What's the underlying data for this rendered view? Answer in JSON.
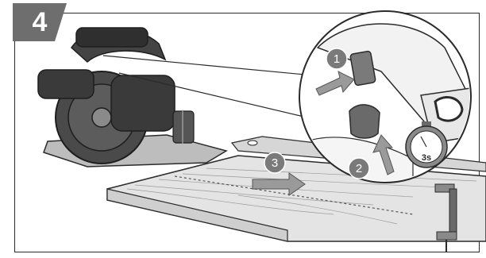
{
  "step": {
    "number": "4"
  },
  "callouts": [
    {
      "label": "1",
      "meaning": "press-lock-lever"
    },
    {
      "label": "2",
      "meaning": "press-trigger"
    },
    {
      "label": "3",
      "meaning": "push-saw-forward"
    }
  ],
  "timer": {
    "label": "3s"
  },
  "colors": {
    "badge": "#6e6e6e",
    "callout_circle": "#7a7a7a",
    "arrow": "#9a9a9a",
    "saw_body": "#3a3a3a",
    "wood": "#dcdcdc",
    "outline": "#2b2b2b"
  },
  "icons": [
    "stopwatch-icon",
    "circular-saw-illustration",
    "clamp-illustration"
  ]
}
